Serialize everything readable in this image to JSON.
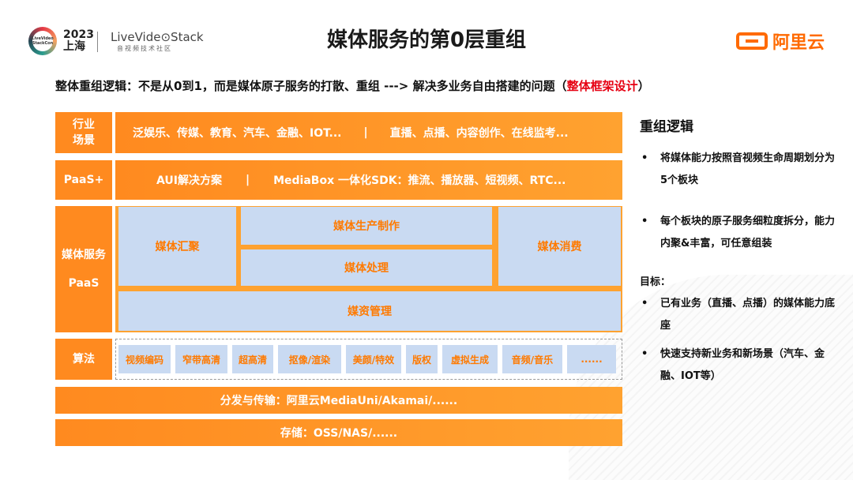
{
  "header": {
    "conf_logo": "LiveVideo StackCon",
    "year": "2023",
    "city": "上海",
    "brand": "LiveVide⊙Stack",
    "brand_sub": "音视频技术社区",
    "title": "媒体服务的第0层重组",
    "aliyun": "阿里云"
  },
  "subtitle": {
    "main": "整体重组逻辑：不是从0到1，而是媒体原子服务的打散、重组 ---> 解决多业务自由搭建的问题（",
    "highlight": "整体框架设计",
    "end": "）"
  },
  "layers": {
    "industry_label": "行业\n场景",
    "industry_label_1": "行业",
    "industry_label_2": "场景",
    "industry_left": "泛娱乐、传媒、教育、汽车、金融、IOT...",
    "industry_sep": "|",
    "industry_right": "直播、点播、内容创作、在线监考...",
    "paas_plus_label": "PaaS+",
    "paas_plus_left": "AUI解决方案",
    "paas_plus_sep": "|",
    "paas_plus_right": "MediaBox 一体化SDK：推流、播放器、短视频、RTC...",
    "media_label_1": "媒体服务",
    "media_label_2": "PaaS",
    "media_gather": "媒体汇聚",
    "media_produce": "媒体生产制作",
    "media_process": "媒体处理",
    "media_consume": "媒体消费",
    "media_asset": "媒资管理",
    "algo_label": "算法",
    "algos": [
      "视频编码",
      "窄带高清",
      "超高清",
      "抠像/渲染",
      "美颜/特效",
      "版权",
      "虚拟生成",
      "音频/音乐",
      "......"
    ],
    "distribution": "分发与传输：阿里云MediaUni/Akamai/......",
    "storage": "存储：OSS/NAS/......"
  },
  "right_panel": {
    "heading": "重组逻辑",
    "bullet1": "将媒体能力按照音视频生命周期划分为5个板块",
    "bullet2": "每个板块的原子服务细粒度拆分，能力内聚&丰富，可任意组装",
    "goal_title": "目标：",
    "goal1": "已有业务（直播、点播）的媒体能力底座",
    "goal2": "快速支持新业务和新场景（汽车、金融、IOT等）"
  },
  "colors": {
    "accent": "#ff8a1f",
    "block": "#c9daf2",
    "highlight": "#e60012",
    "brand": "#ff6a00"
  }
}
